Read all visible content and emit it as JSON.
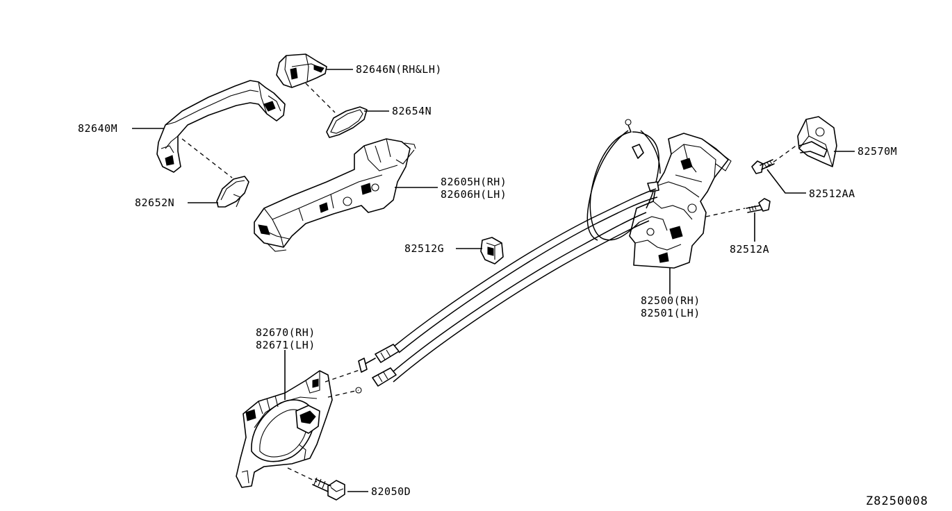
{
  "labels": {
    "p82646N": "82646N(RH&LH)",
    "p82654N": "82654N",
    "p82640M": "82640M",
    "p82652N": "82652N",
    "p82605H": "82605H(RH)",
    "p82606H": "82606H(LH)",
    "p82512G": "82512G",
    "p82570M": "82570M",
    "p82512AA": "82512AA",
    "p82512A": "82512A",
    "p82500": "82500(RH)",
    "p82501": "82501(LH)",
    "p82670": "82670(RH)",
    "p82671": "82671(LH)",
    "p82050D": "82050D"
  },
  "reference_code": "Z8250008"
}
